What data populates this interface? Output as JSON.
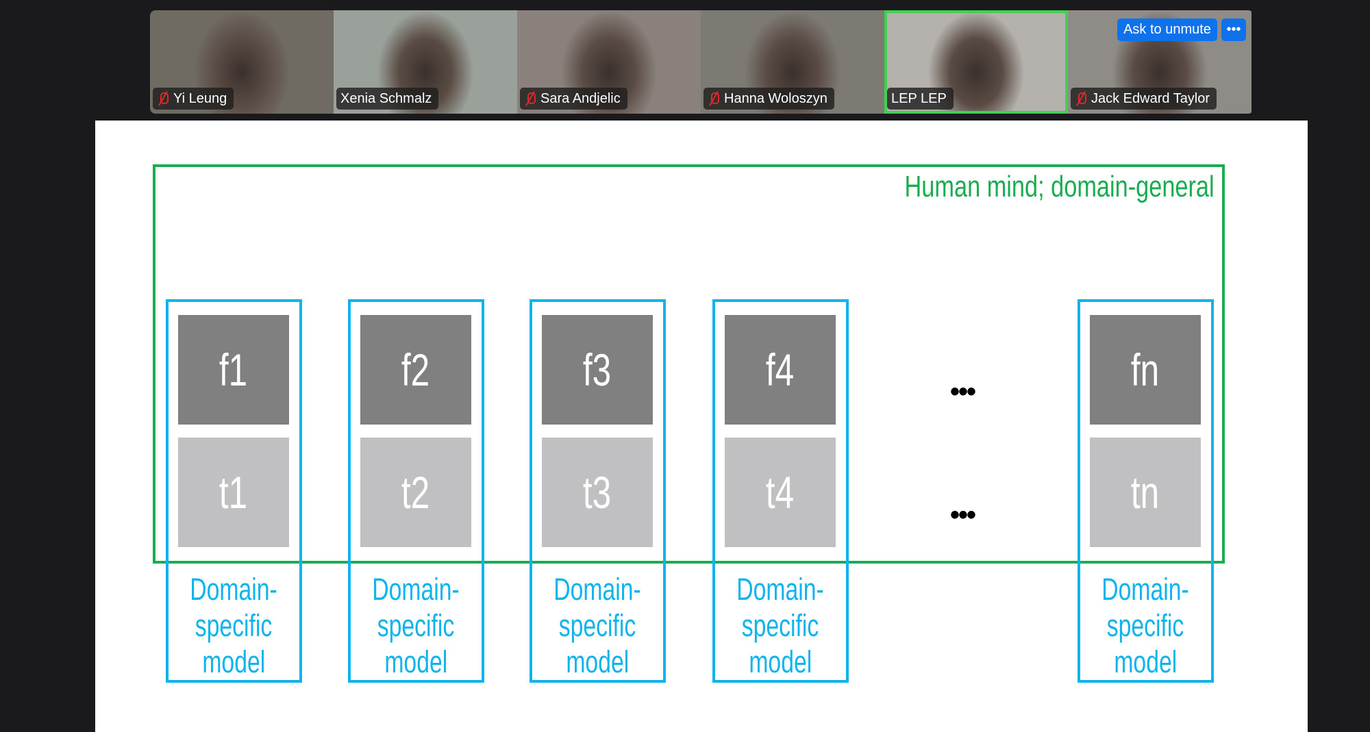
{
  "participants": [
    {
      "name": "Yi Leung",
      "muted": true,
      "bg": "#6f6a62"
    },
    {
      "name": "Xenia Schmalz",
      "muted": false,
      "bg": "#9aa09a"
    },
    {
      "name": "Sara Andjelic",
      "muted": true,
      "bg": "#8a817c"
    },
    {
      "name": "Hanna Woloszyn",
      "muted": true,
      "bg": "#7d7a74"
    },
    {
      "name": "LEP LEP",
      "muted": false,
      "active": true,
      "bg": "#b5b1ad"
    },
    {
      "name": "Jack Edward Taylor",
      "muted": true,
      "bg": "#8f8c87"
    }
  ],
  "ask_to_unmute": "Ask to unmute",
  "more_label": "•••",
  "slide": {
    "title": "Human mind; domain-general",
    "columns": [
      {
        "f": "f1",
        "t": "t1"
      },
      {
        "f": "f2",
        "t": "t2"
      },
      {
        "f": "f3",
        "t": "t3"
      },
      {
        "f": "f4",
        "t": "t4"
      },
      {
        "f": "fn",
        "t": "tn"
      }
    ],
    "label_lines": [
      "Domain-",
      "specific",
      "model"
    ],
    "ellipsis": "•••"
  }
}
